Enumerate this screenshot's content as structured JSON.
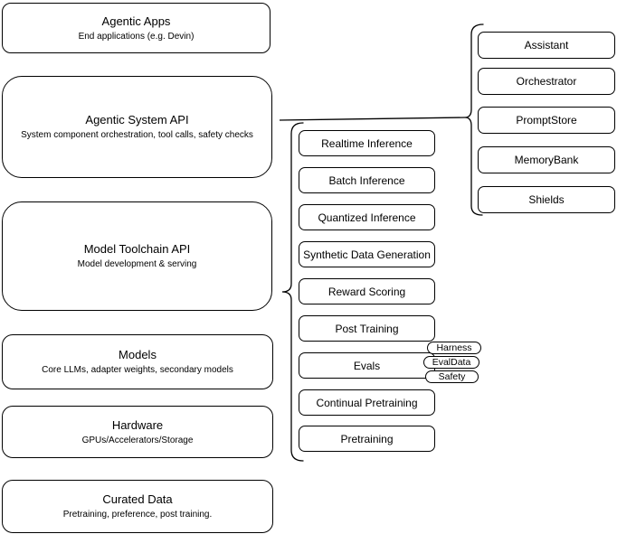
{
  "colors": {
    "background": "#ffffff",
    "stroke": "#000000"
  },
  "stack": {
    "layers": [
      {
        "title": "Agentic Apps",
        "subtitle": "End applications (e.g. Devin)"
      },
      {
        "title": "Agentic System API",
        "subtitle": "System component orchestration, tool calls, safety checks"
      },
      {
        "title": "Model Toolchain API",
        "subtitle": "Model development & serving"
      },
      {
        "title": "Models",
        "subtitle": "Core LLMs, adapter weights, secondary models"
      },
      {
        "title": "Hardware",
        "subtitle": "GPUs/Accelerators/Storage"
      },
      {
        "title": "Curated Data",
        "subtitle": "Pretraining, preference, post training."
      }
    ]
  },
  "toolchain": {
    "items": [
      "Realtime Inference",
      "Batch Inference",
      "Quantized Inference",
      "Synthetic Data Generation",
      "Reward Scoring",
      "Post Training",
      "Evals",
      "Continual Pretraining",
      "Pretraining"
    ],
    "evals_tags": [
      "Harness",
      "EvalData",
      "Safety"
    ]
  },
  "system_components": {
    "items": [
      "Assistant",
      "Orchestrator",
      "PromptStore",
      "MemoryBank",
      "Shields"
    ]
  }
}
